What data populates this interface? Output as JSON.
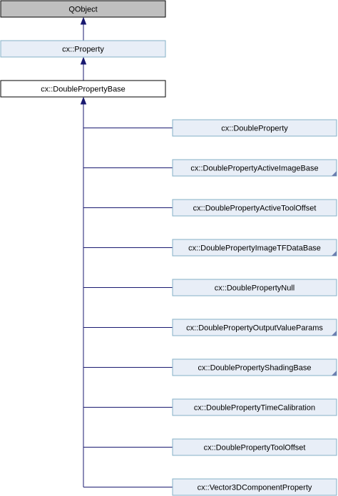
{
  "colors": {
    "edge": "#191970",
    "top_fill": "#bfbfbf",
    "top_stroke": "#000000",
    "linked_fill": "#e8eef7",
    "linked_stroke": "#84b0c7",
    "current_fill": "#ffffff",
    "current_stroke": "#000000",
    "corner": "#6c7fb0"
  },
  "nodes": {
    "qobject": {
      "label": "QObject",
      "style": "top"
    },
    "property": {
      "label": "cx::Property",
      "style": "linked"
    },
    "base": {
      "label": "cx::DoublePropertyBase",
      "style": "current"
    }
  },
  "children": [
    {
      "label": "cx::DoubleProperty",
      "has_more": false
    },
    {
      "label": "cx::DoublePropertyActiveImageBase",
      "has_more": true
    },
    {
      "label": "cx::DoublePropertyActiveToolOffset",
      "has_more": false
    },
    {
      "label": "cx::DoublePropertyImageTFDataBase",
      "has_more": true
    },
    {
      "label": "cx::DoublePropertyNull",
      "has_more": false
    },
    {
      "label": "cx::DoublePropertyOutputValueParams",
      "has_more": true
    },
    {
      "label": "cx::DoublePropertyShadingBase",
      "has_more": true
    },
    {
      "label": "cx::DoublePropertyTimeCalibration",
      "has_more": false
    },
    {
      "label": "cx::DoublePropertyToolOffset",
      "has_more": false
    },
    {
      "label": "cx::Vector3DComponentProperty",
      "has_more": false
    }
  ]
}
